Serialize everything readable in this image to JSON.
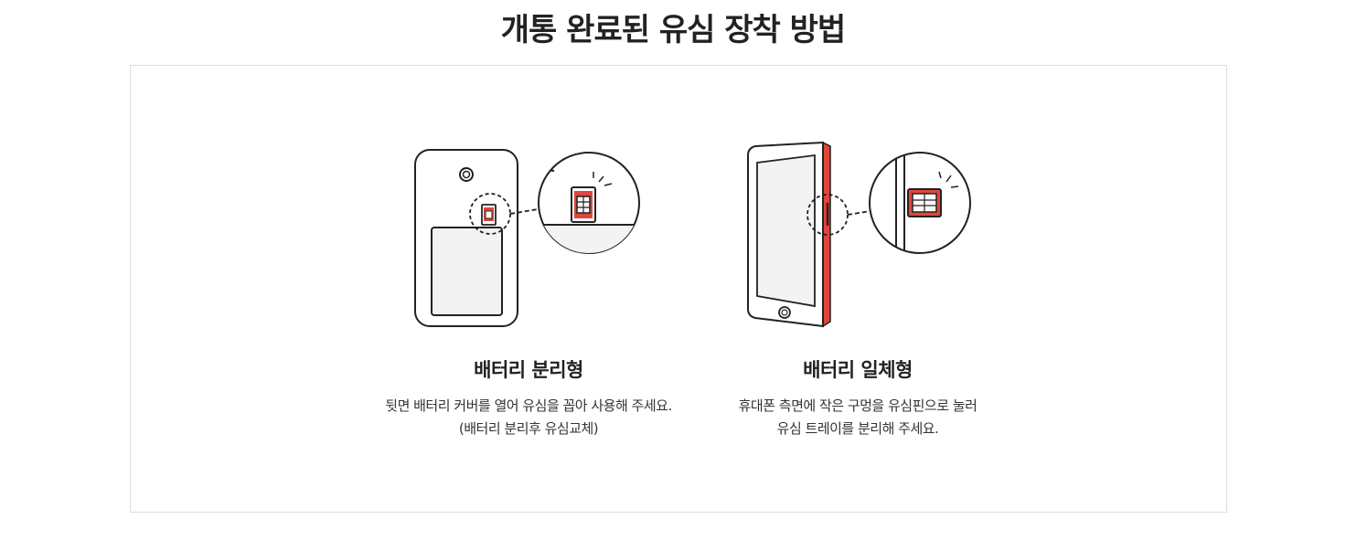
{
  "page": {
    "title": "개통 완료된 유심 장착 방법"
  },
  "methods": [
    {
      "heading": "배터리 분리형",
      "desc_line1": "뒷면 배터리 커버를 열어 유심을 꼽아 사용해 주세요.",
      "desc_line2": "(배터리 분리후 유심교체)",
      "illustration": "phone-back-removable-battery-icon"
    },
    {
      "heading": "배터리 일체형",
      "desc_line1": "휴대폰 측면에 작은 구멍을 유심핀으로 눌러",
      "desc_line2": "유심 트레이를 분리해 주세요.",
      "illustration": "phone-side-sim-tray-icon"
    }
  ],
  "colors": {
    "accent": "#e0463b",
    "outline": "#222222",
    "fill_light": "#f3f3f3",
    "border": "#dddddd"
  }
}
